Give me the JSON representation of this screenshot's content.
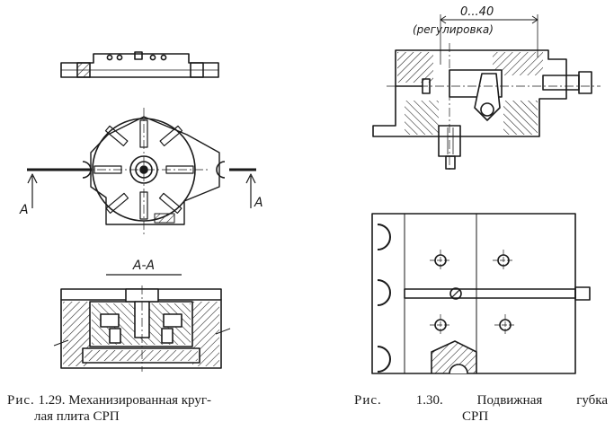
{
  "figure_left": {
    "section_label": "A-A",
    "arrow_label_left": "A",
    "arrow_label_right": "A",
    "caption_lead": "Рис.",
    "caption_number": "1.29.",
    "caption_line1": "Механизированная круг-",
    "caption_line2": "лая плита СРП"
  },
  "figure_right": {
    "dimension_text": "0...40",
    "dimension_note": "(регулировка)",
    "caption_lead": "Рис.",
    "caption_number": "1.30.",
    "caption_word1": "Подвижная",
    "caption_word2": "губка",
    "caption_line2": "СРП"
  },
  "colors": {
    "ink": "#1a1a1a",
    "paper": "#ffffff"
  }
}
